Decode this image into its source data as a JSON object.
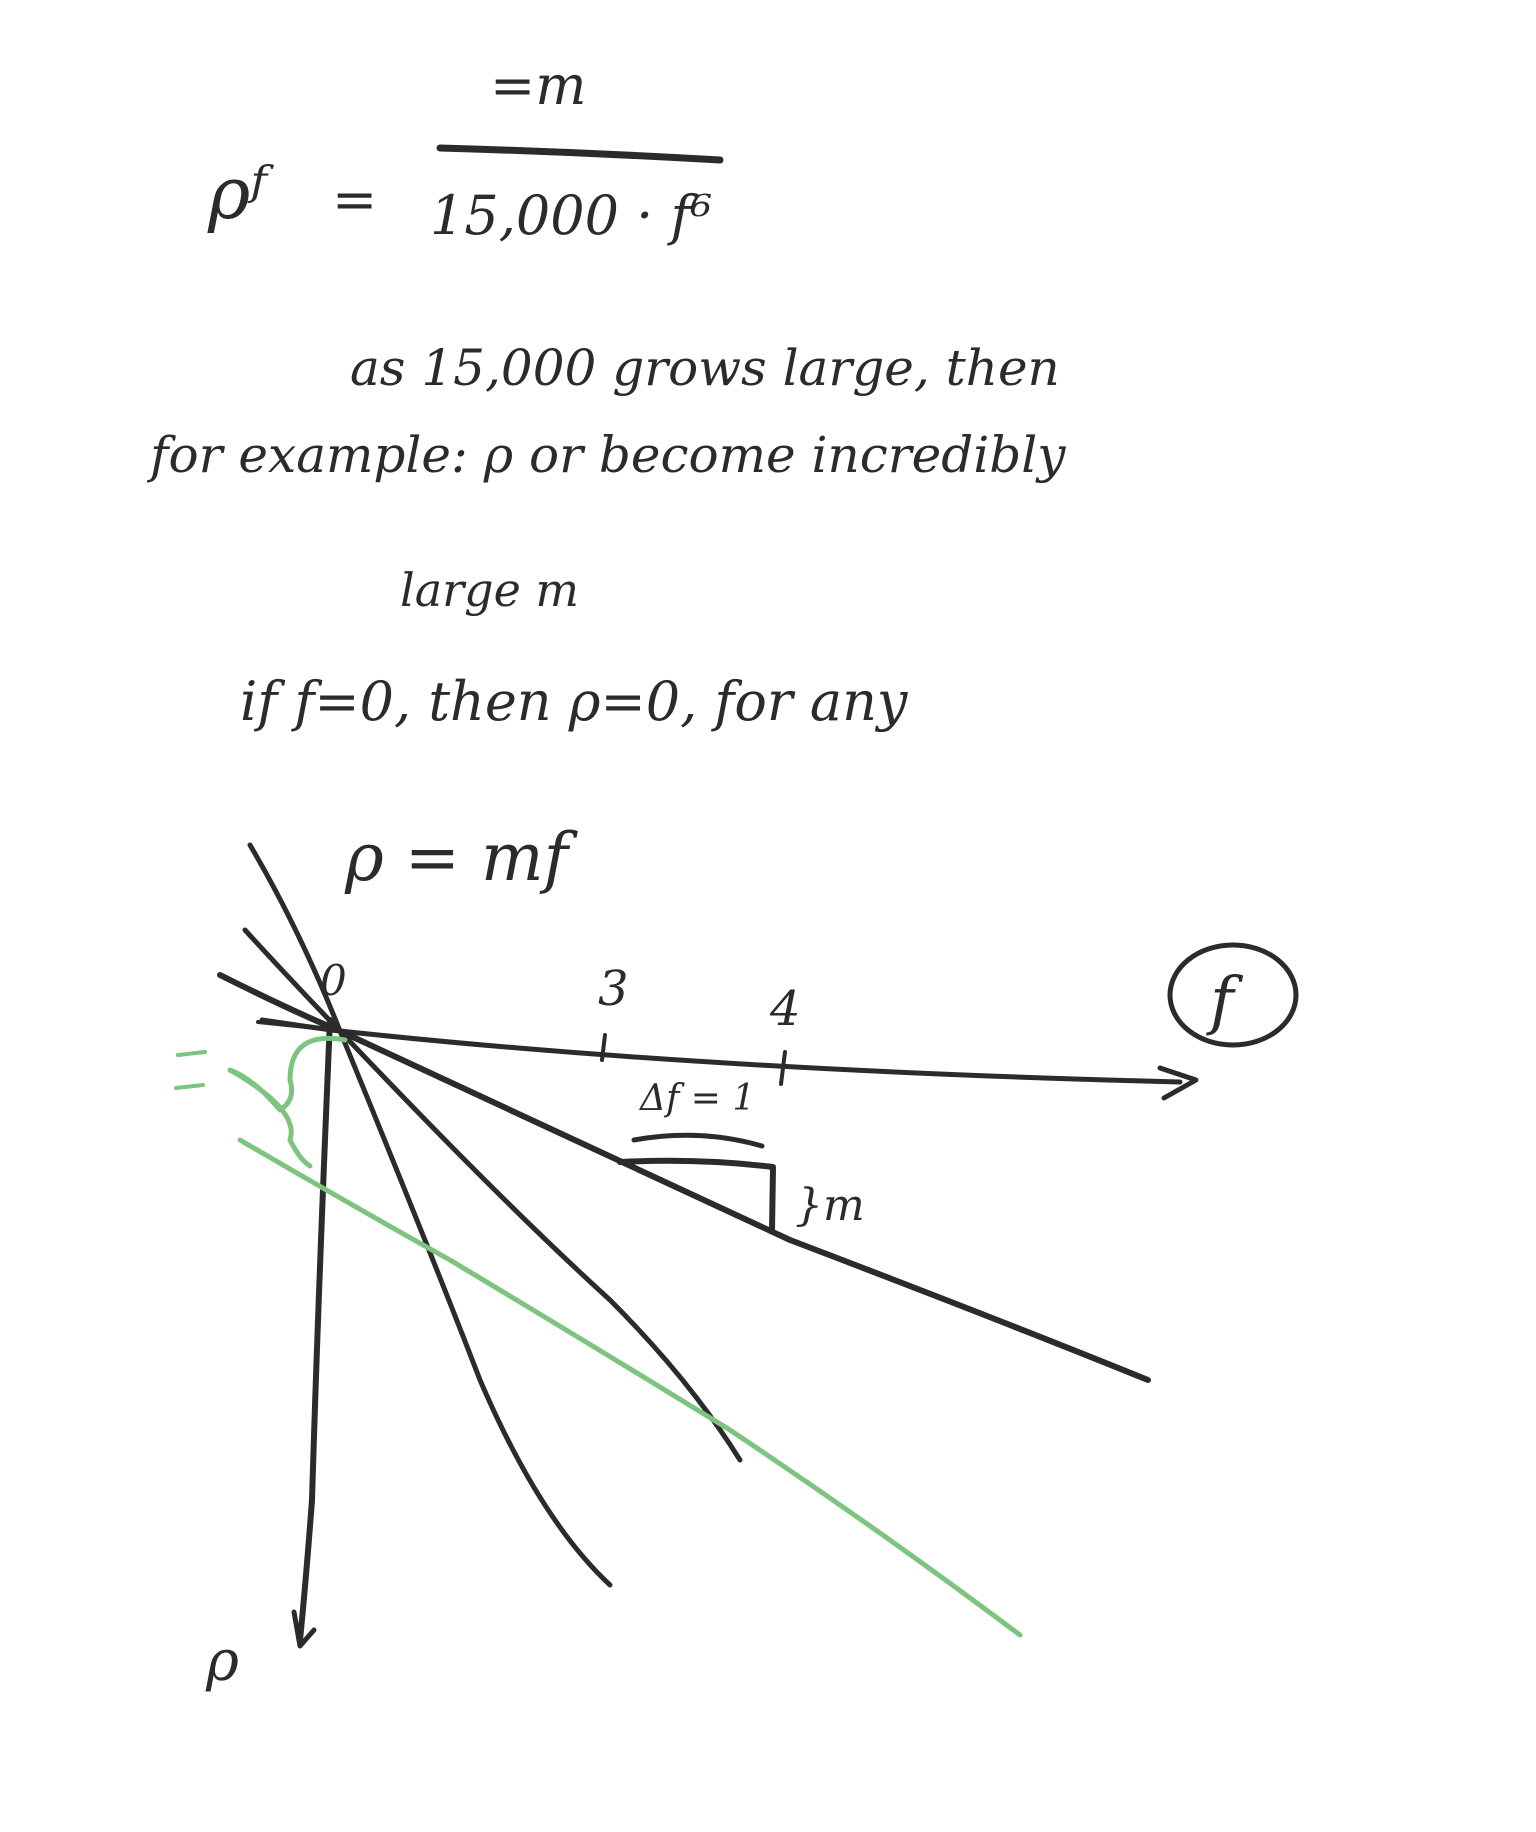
{
  "colors": {
    "ink": "#2b2b2b",
    "green": "#7cc47f",
    "background": "#ffffff"
  },
  "equation": {
    "lhs": "ρᶠ",
    "numerator": "=m",
    "denominator": "15,000 · f⁶"
  },
  "notes": {
    "line1": "as 15,000 grows large, then",
    "line2": "for example: ρ or become incredibly",
    "line3": "large m",
    "line4": "if f=0, then ρ=0, for any",
    "formula": "ρ = mf"
  },
  "diagram": {
    "origin_label": "0",
    "tick_labels": [
      "3",
      "4"
    ],
    "axis_label_f": "f",
    "axis_label_rho": "ρ",
    "slope_run_label": "Δf = 1",
    "slope_rise_label": "}m"
  }
}
